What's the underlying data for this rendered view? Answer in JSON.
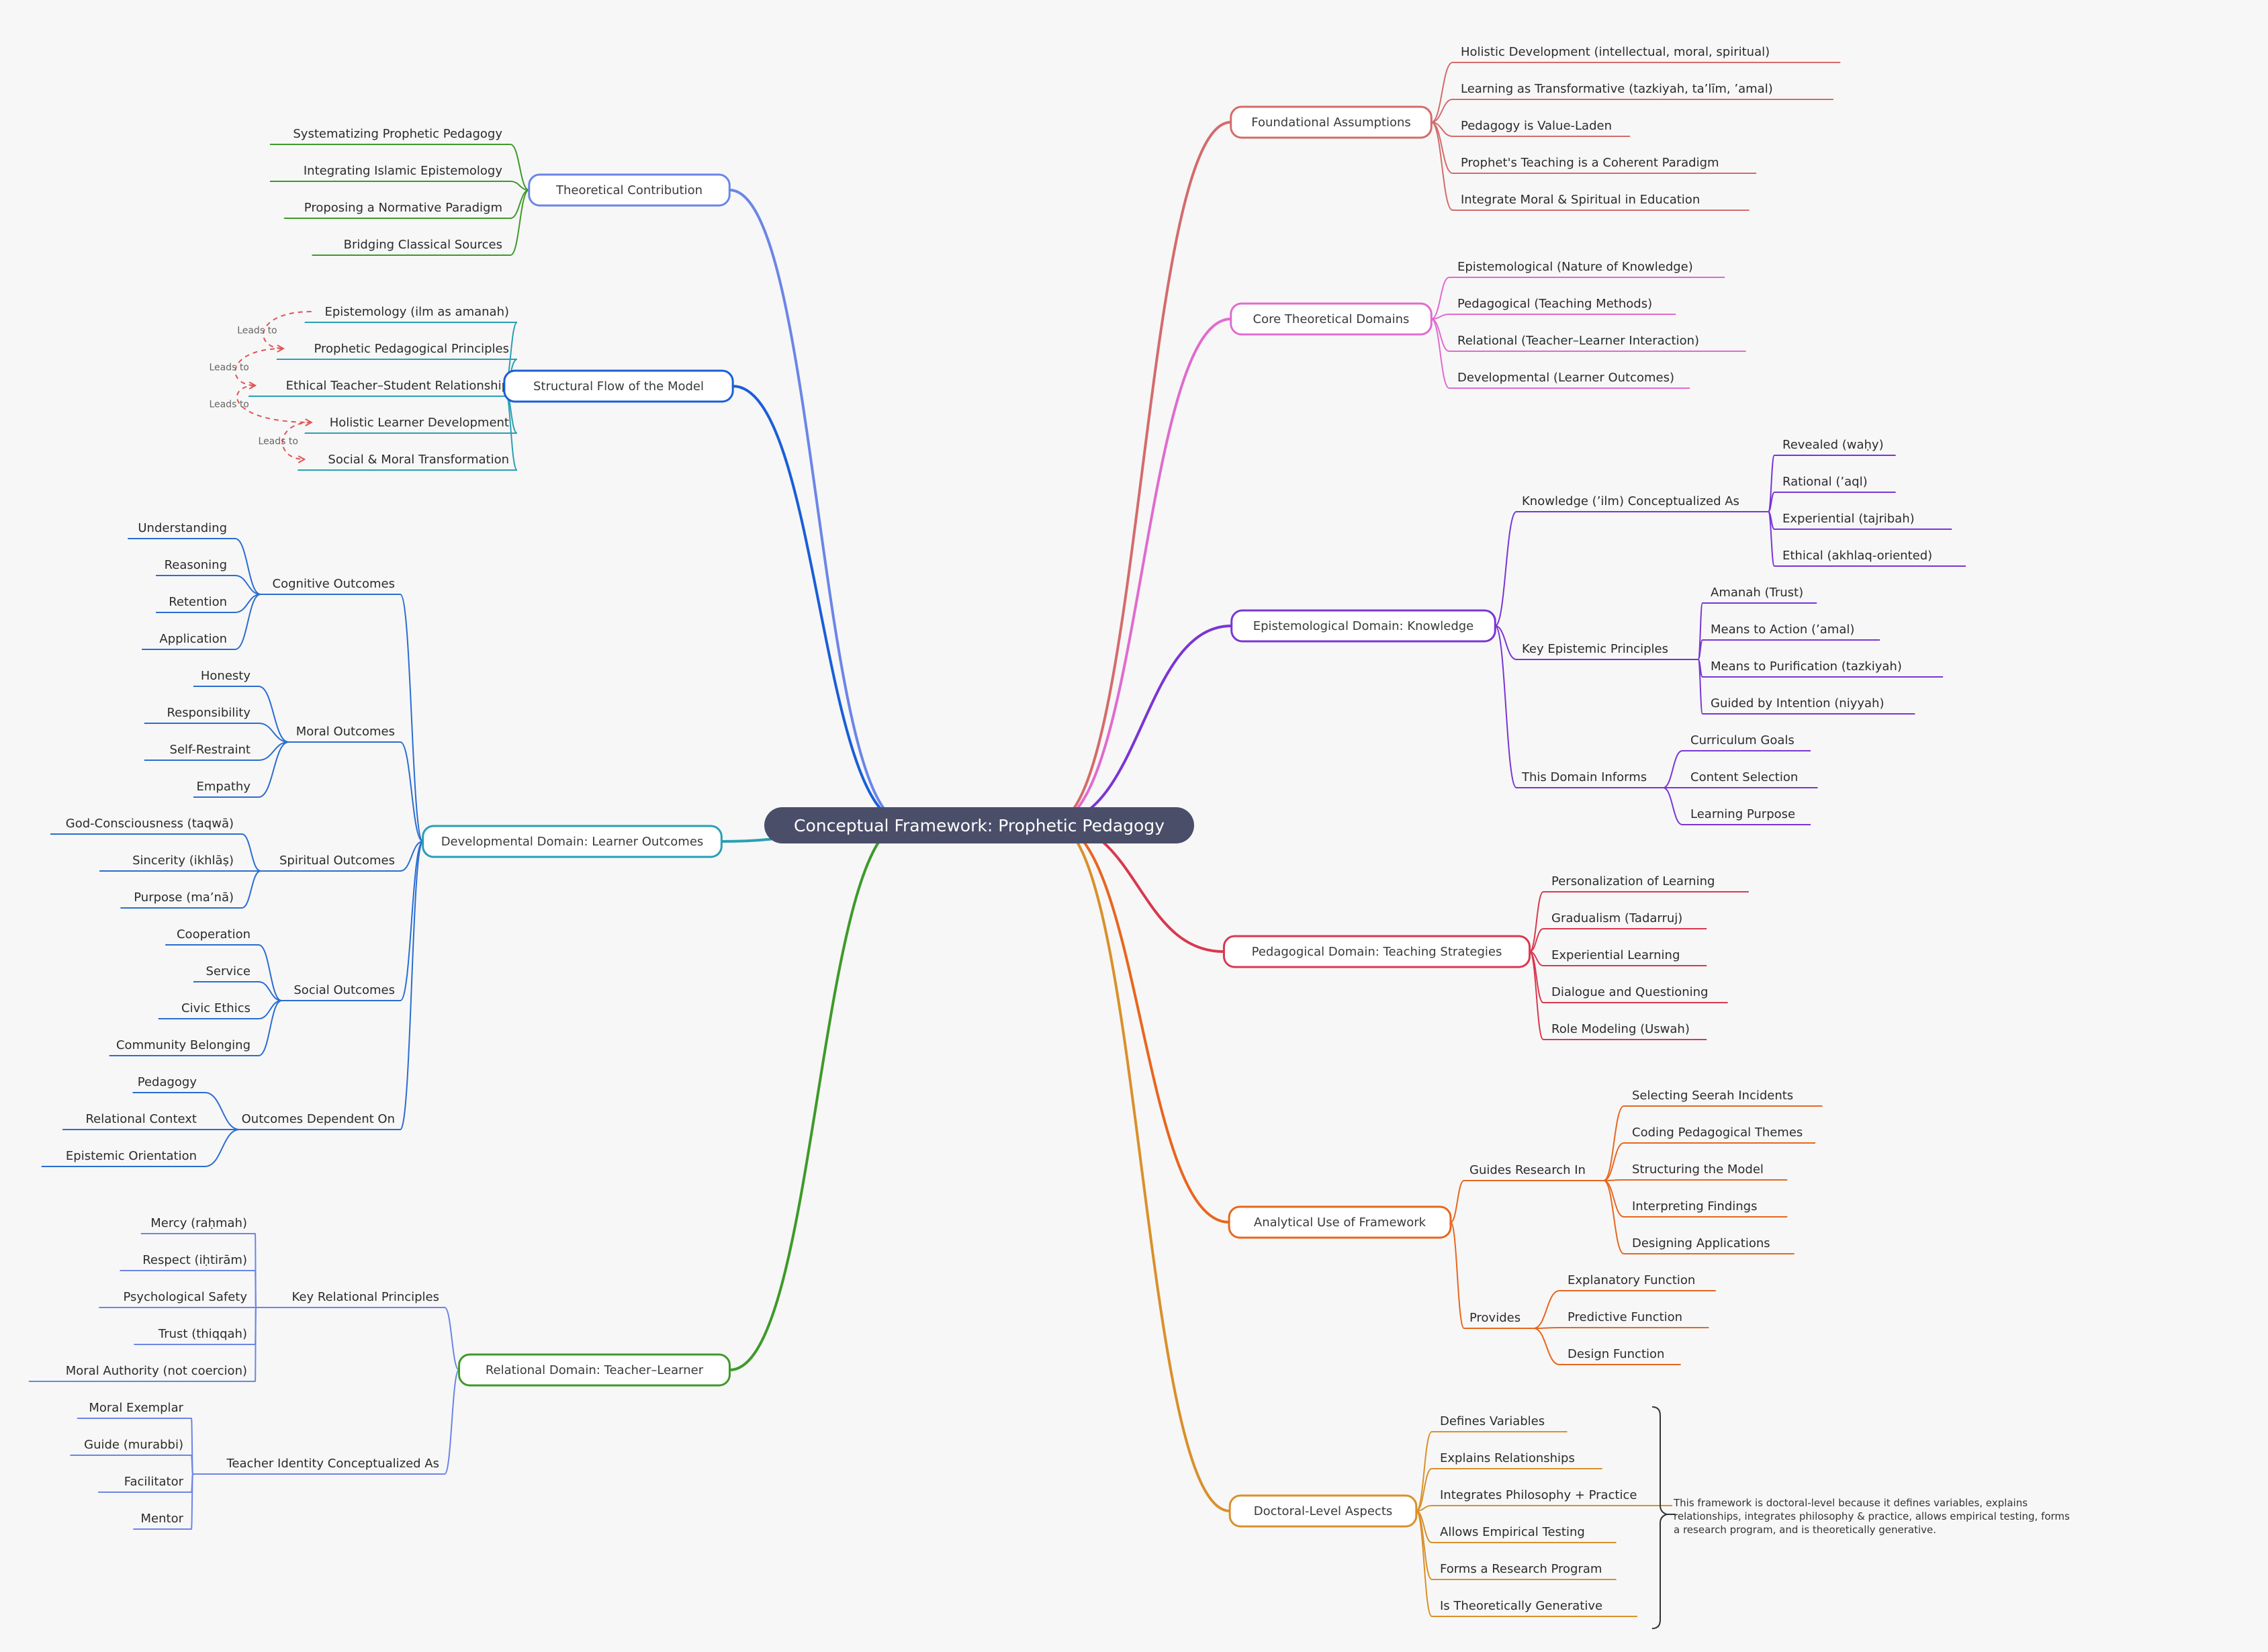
{
  "root": {
    "label": "Conceptual Framework: Prophetic Pedagogy"
  },
  "colors": {
    "background": "#f7f7f7",
    "root_fill": "#4a4e69",
    "theoretical_contribution": "#6b85e8",
    "theoretical_contribution_children": "#3e9a2a",
    "structural_flow": "#1a5ed8",
    "structural_flow_children": "#2a9fb4",
    "developmental": "#2a9fb4",
    "developmental_children": "#2a6dd1",
    "relational": "#3e9a2a",
    "relational_children": "#6b85e8",
    "foundational": "#d46b6b",
    "core_theoretical": "#e06bcf",
    "epistemological": "#7a35d4",
    "pedagogical": "#d9384f",
    "analytical": "#e8661e",
    "doctoral": "#d9902a",
    "relationship_line": "#e05454"
  },
  "branches": {
    "theoretical_contribution": {
      "label": "Theoretical Contribution",
      "items": [
        "Systematizing Prophetic Pedagogy",
        "Integrating Islamic Epistemology",
        "Proposing a Normative Paradigm",
        "Bridging Classical Sources"
      ]
    },
    "structural_flow": {
      "label": "Structural Flow of the Model",
      "items": [
        "Epistemology (ilm as amanah)",
        "Prophetic Pedagogical Principles",
        "Ethical Teacher–Student Relationship",
        "Holistic Learner Development",
        "Social & Moral Transformation"
      ],
      "relationship_label": "Leads to"
    },
    "developmental": {
      "label": "Developmental Domain: Learner Outcomes",
      "groups": [
        {
          "label": "Cognitive Outcomes",
          "items": [
            "Understanding",
            "Reasoning",
            "Retention",
            "Application"
          ]
        },
        {
          "label": "Moral Outcomes",
          "items": [
            "Honesty",
            "Responsibility",
            "Self-Restraint",
            "Empathy"
          ]
        },
        {
          "label": "Spiritual Outcomes",
          "items": [
            "God-Consciousness (taqwā)",
            "Sincerity (ikhlāṣ)",
            "Purpose (ma’nā)"
          ]
        },
        {
          "label": "Social Outcomes",
          "items": [
            "Cooperation",
            "Service",
            "Civic Ethics",
            "Community Belonging"
          ]
        },
        {
          "label": "Outcomes Dependent On",
          "items": [
            "Pedagogy",
            "Relational Context",
            "Epistemic Orientation"
          ]
        }
      ]
    },
    "relational": {
      "label": "Relational Domain: Teacher–Learner",
      "groups": [
        {
          "label": "Key Relational Principles",
          "items": [
            "Mercy (raḥmah)",
            "Respect (iḥtirām)",
            "Psychological Safety",
            "Trust (thiqqah)",
            "Moral Authority (not coercion)"
          ]
        },
        {
          "label": "Teacher Identity Conceptualized As",
          "items": [
            "Moral Exemplar",
            "Guide (murabbi)",
            "Facilitator",
            "Mentor"
          ]
        }
      ]
    },
    "foundational": {
      "label": "Foundational Assumptions",
      "items": [
        "Holistic Development (intellectual, moral, spiritual)",
        "Learning as Transformative (tazkiyah, ta’līm, ’amal)",
        "Pedagogy is Value-Laden",
        "Prophet's Teaching is a Coherent Paradigm",
        "Integrate Moral & Spiritual in Education"
      ]
    },
    "core_theoretical": {
      "label": "Core Theoretical Domains",
      "items": [
        "Epistemological (Nature of Knowledge)",
        "Pedagogical (Teaching Methods)",
        "Relational (Teacher–Learner Interaction)",
        "Developmental (Learner Outcomes)"
      ]
    },
    "epistemological": {
      "label": "Epistemological Domain: Knowledge",
      "groups": [
        {
          "label": "Knowledge (’ilm) Conceptualized As",
          "items": [
            "Revealed (waḥy)",
            "Rational (’aql)",
            "Experiential (tajribah)",
            "Ethical (akhlaq-oriented)"
          ]
        },
        {
          "label": "Key Epistemic Principles",
          "items": [
            "Amanah (Trust)",
            "Means to Action (’amal)",
            "Means to Purification (tazkiyah)",
            "Guided by Intention (niyyah)"
          ]
        },
        {
          "label": "This Domain Informs",
          "items": [
            "Curriculum Goals",
            "Content Selection",
            "Learning Purpose"
          ]
        }
      ]
    },
    "pedagogical": {
      "label": "Pedagogical Domain: Teaching Strategies",
      "items": [
        "Personalization of Learning",
        "Gradualism (Tadarruj)",
        "Experiential Learning",
        "Dialogue and Questioning",
        "Role Modeling (Uswah)"
      ]
    },
    "analytical": {
      "label": "Analytical Use of Framework",
      "groups": [
        {
          "label": "Guides Research In",
          "items": [
            "Selecting Seerah Incidents",
            "Coding Pedagogical Themes",
            "Structuring the Model",
            "Interpreting Findings",
            "Designing Applications"
          ]
        },
        {
          "label": "Provides",
          "items": [
            "Explanatory Function",
            "Predictive Function",
            "Design Function"
          ]
        }
      ]
    },
    "doctoral": {
      "label": "Doctoral-Level Aspects",
      "items": [
        "Defines Variables",
        "Explains Relationships",
        "Integrates Philosophy + Practice",
        "Allows Empirical Testing",
        "Forms a Research Program",
        "Is Theoretically Generative"
      ],
      "note_lines": [
        "This framework is doctoral-level because it defines variables, explains",
        "relationships, integrates philosophy & practice, allows empirical testing, forms",
        "a research program, and is theoretically generative."
      ]
    }
  }
}
